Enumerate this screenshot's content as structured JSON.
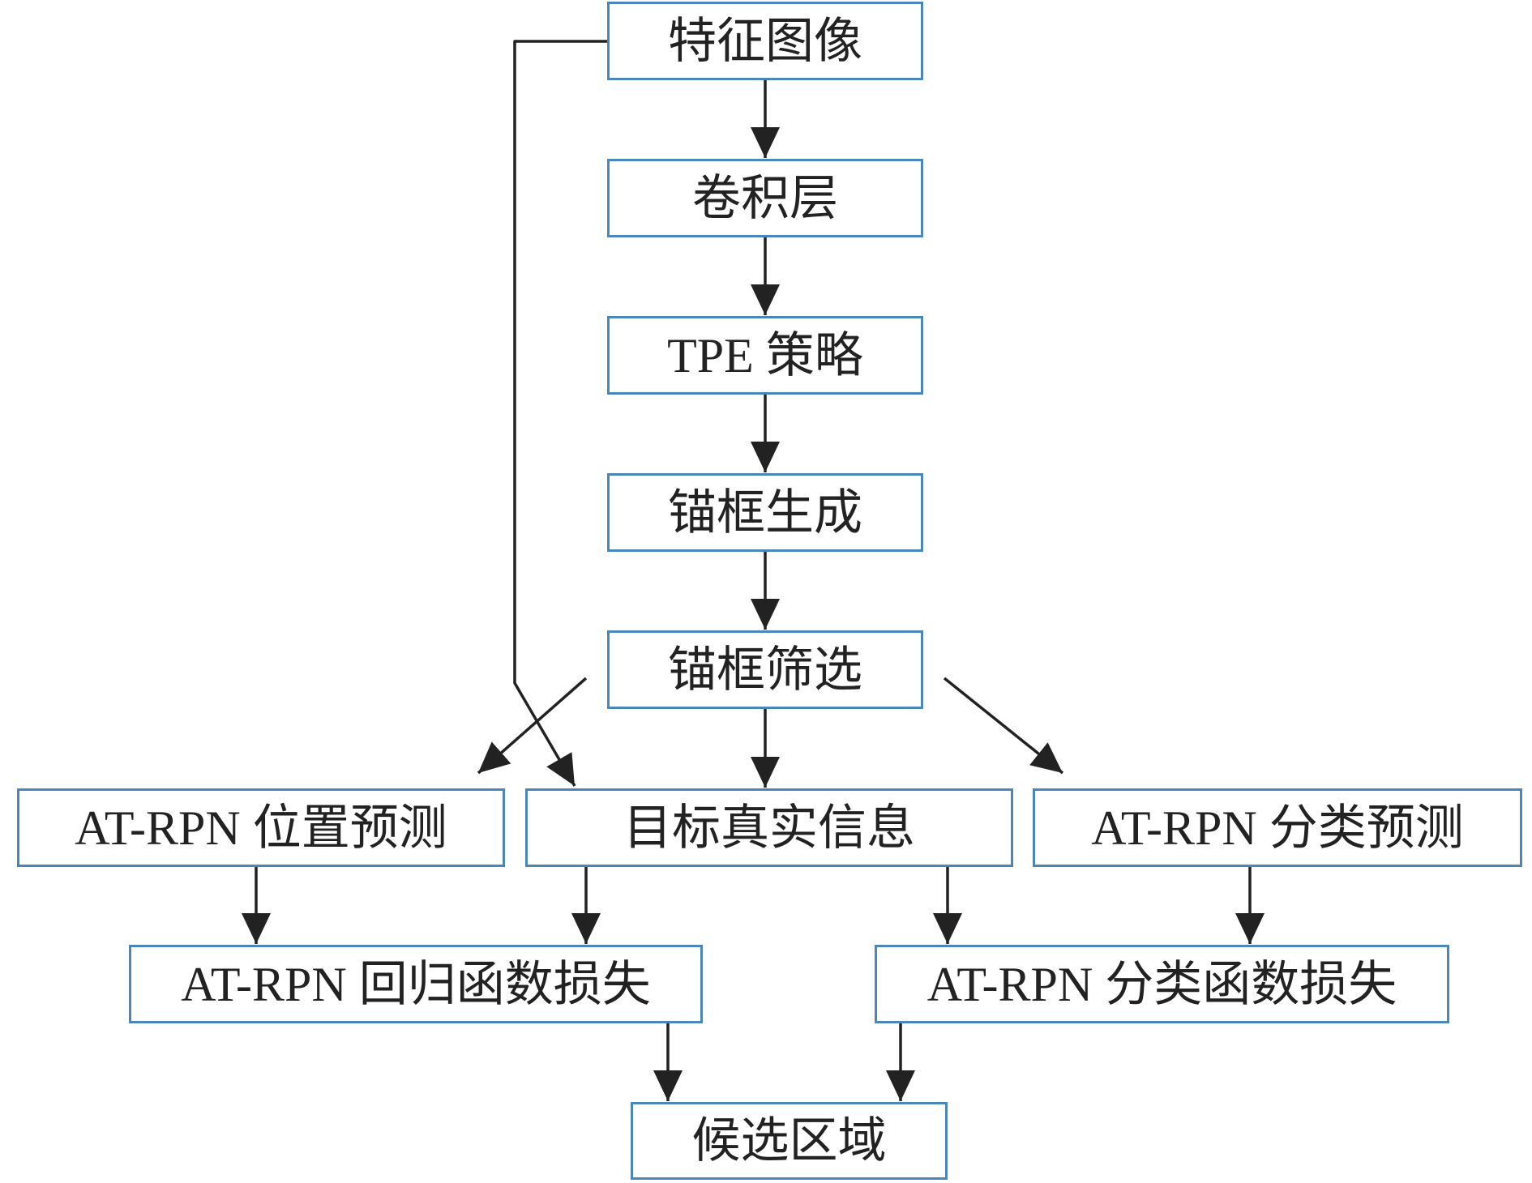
{
  "diagram": {
    "nodes": {
      "feature_image": "特征图像",
      "conv_layer": "卷积层",
      "tpe_strategy": "TPE 策略",
      "anchor_generation": "锚框生成",
      "anchor_filtering": "锚框筛选",
      "atrpn_location_prediction": "AT-RPN 位置预测",
      "target_ground_truth": "目标真实信息",
      "atrpn_class_prediction": "AT-RPN 分类预测",
      "atrpn_regression_loss": "AT-RPN 回归函数损失",
      "atrpn_class_loss": "AT-RPN 分类函数损失",
      "candidate_regions": "候选区域"
    }
  },
  "colors": {
    "box_border": "#4a86b8",
    "arrow": "#222222",
    "text": "#222222",
    "background": "#ffffff"
  }
}
